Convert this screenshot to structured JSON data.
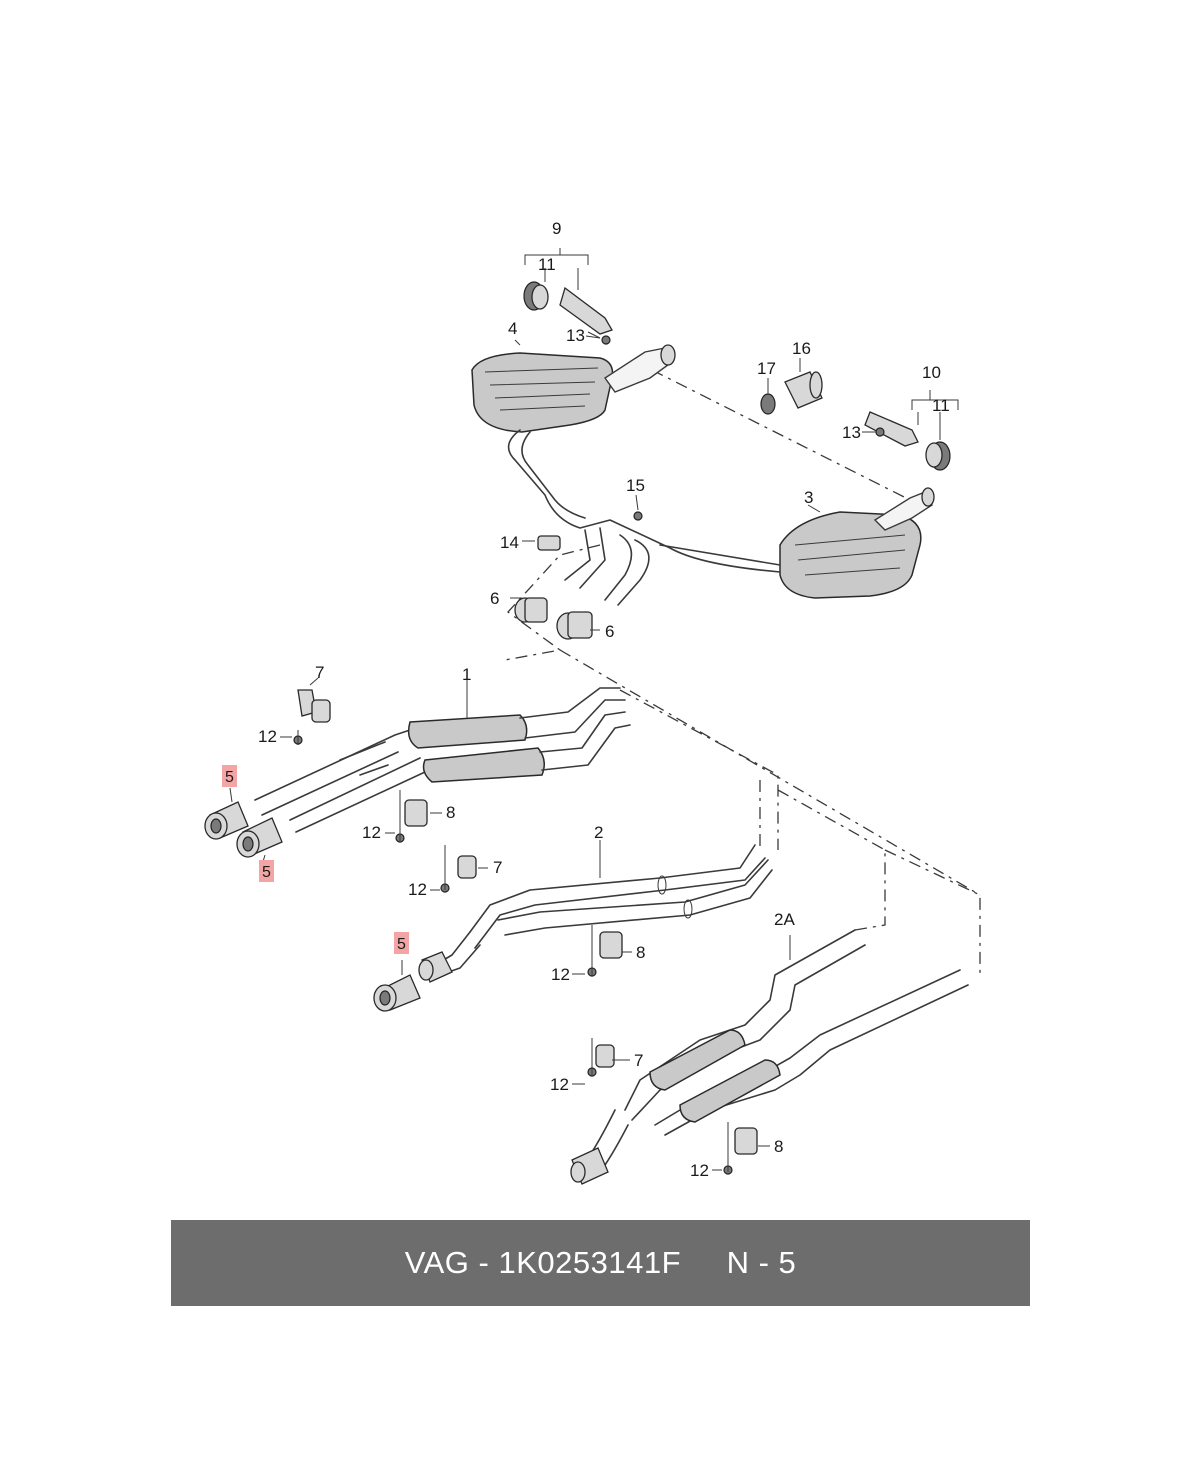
{
  "callouts": {
    "c1": "1",
    "c2": "2",
    "c2a": "2A",
    "c3": "3",
    "c4": "4",
    "c5a": "5",
    "c5b": "5",
    "c5c": "5",
    "c6a": "6",
    "c6b": "6",
    "c7a": "7",
    "c7b": "7",
    "c7c": "7",
    "c8a": "8",
    "c8b": "8",
    "c8c": "8",
    "c9": "9",
    "c10": "10",
    "c11a": "11",
    "c11b": "11",
    "c12a": "12",
    "c12b": "12",
    "c12c": "12",
    "c12d": "12",
    "c12e": "12",
    "c12f": "12",
    "c13a": "13",
    "c13b": "13",
    "c14": "14",
    "c15": "15",
    "c16": "16",
    "c17": "17"
  },
  "highlight_color": "#f3a5a5",
  "footer": {
    "text": "VAG - 1K0253141F     N - 5",
    "background": "#6d6d6d"
  }
}
